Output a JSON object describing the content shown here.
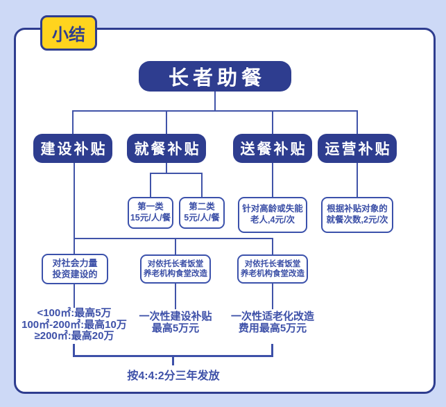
{
  "badge": "小结",
  "title": "长者助餐",
  "branches": [
    {
      "label": "建设补贴"
    },
    {
      "label": "就餐补贴"
    },
    {
      "label": "送餐补贴"
    },
    {
      "label": "运营补贴"
    }
  ],
  "dining": {
    "cat1": {
      "line1": "第一类",
      "line2": "15元/人/餐"
    },
    "cat2": {
      "line1": "第二类",
      "line2": "5元/人/餐"
    }
  },
  "delivery": {
    "line1": "针对高龄或失能",
    "line2": "老人,4元/次"
  },
  "operation": {
    "line1": "根据补贴对象的",
    "line2": "就餐次数,2元/次"
  },
  "construction": {
    "sub_social": {
      "line1": "对社会力量",
      "line2": "投资建设的"
    },
    "sub_canteen1": {
      "line1": "对依托长者饭堂",
      "line2": "养老机构食堂改造"
    },
    "sub_canteen2": {
      "line1": "对依托长者饭堂",
      "line2": "养老机构食堂改造"
    },
    "detail_social": {
      "line1": "<100㎡:最高5万",
      "line2": "100㎡-200㎡:最高10万",
      "line3": "≥200㎡:最高20万"
    },
    "detail_canteen1": {
      "line1": "一次性建设补贴",
      "line2": "最高5万元"
    },
    "detail_canteen2": {
      "line1": "一次性适老化改造",
      "line2": "费用最高5万元"
    },
    "footnote": "按4:4:2分三年发放"
  },
  "colors": {
    "background": "#cdd9f6",
    "navy": "#2e3d8f",
    "badge_yellow": "#ffd41e",
    "connector_blue": "#4053a8",
    "text_blue": "#3a4ea6"
  }
}
